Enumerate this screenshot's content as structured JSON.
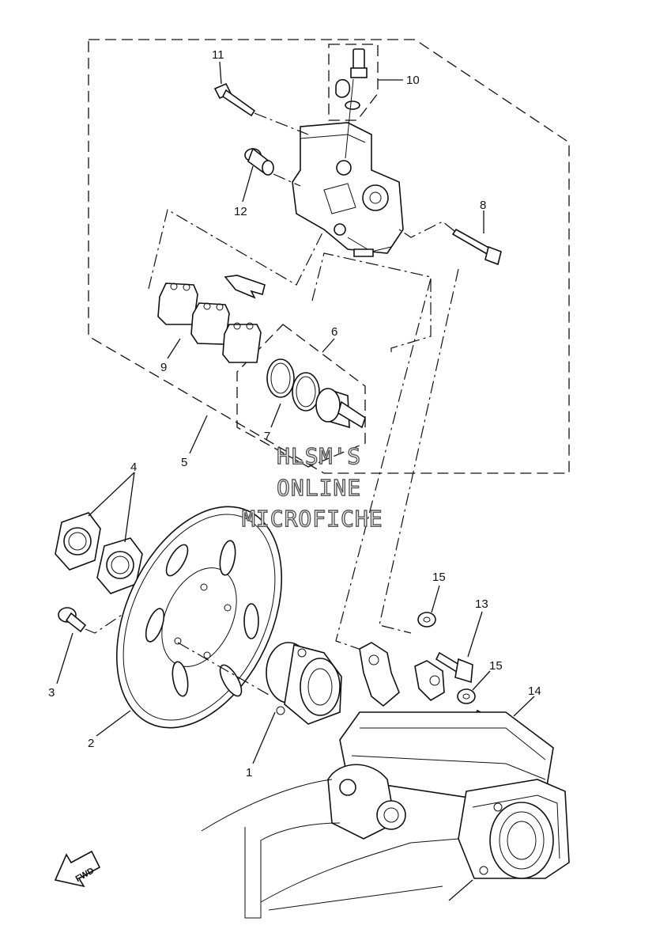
{
  "callouts": [
    {
      "id": "1",
      "label": "1"
    },
    {
      "id": "2",
      "label": "2"
    },
    {
      "id": "3",
      "label": "3"
    },
    {
      "id": "4",
      "label": "4"
    },
    {
      "id": "5",
      "label": "5"
    },
    {
      "id": "6",
      "label": "6"
    },
    {
      "id": "7",
      "label": "7"
    },
    {
      "id": "8",
      "label": "8"
    },
    {
      "id": "9",
      "label": "9"
    },
    {
      "id": "10",
      "label": "10"
    },
    {
      "id": "11",
      "label": "11"
    },
    {
      "id": "12",
      "label": "12"
    },
    {
      "id": "13",
      "label": "13"
    },
    {
      "id": "14",
      "label": "14"
    },
    {
      "id": "15a",
      "label": "15"
    },
    {
      "id": "15b",
      "label": "15"
    }
  ],
  "watermark": {
    "line1": "HLSM'S",
    "line2": "ONLINE",
    "line3": "MICROFICHE"
  },
  "fwd_arrow": {
    "label": "FWD",
    "icon": "arrow-left-down-icon"
  }
}
